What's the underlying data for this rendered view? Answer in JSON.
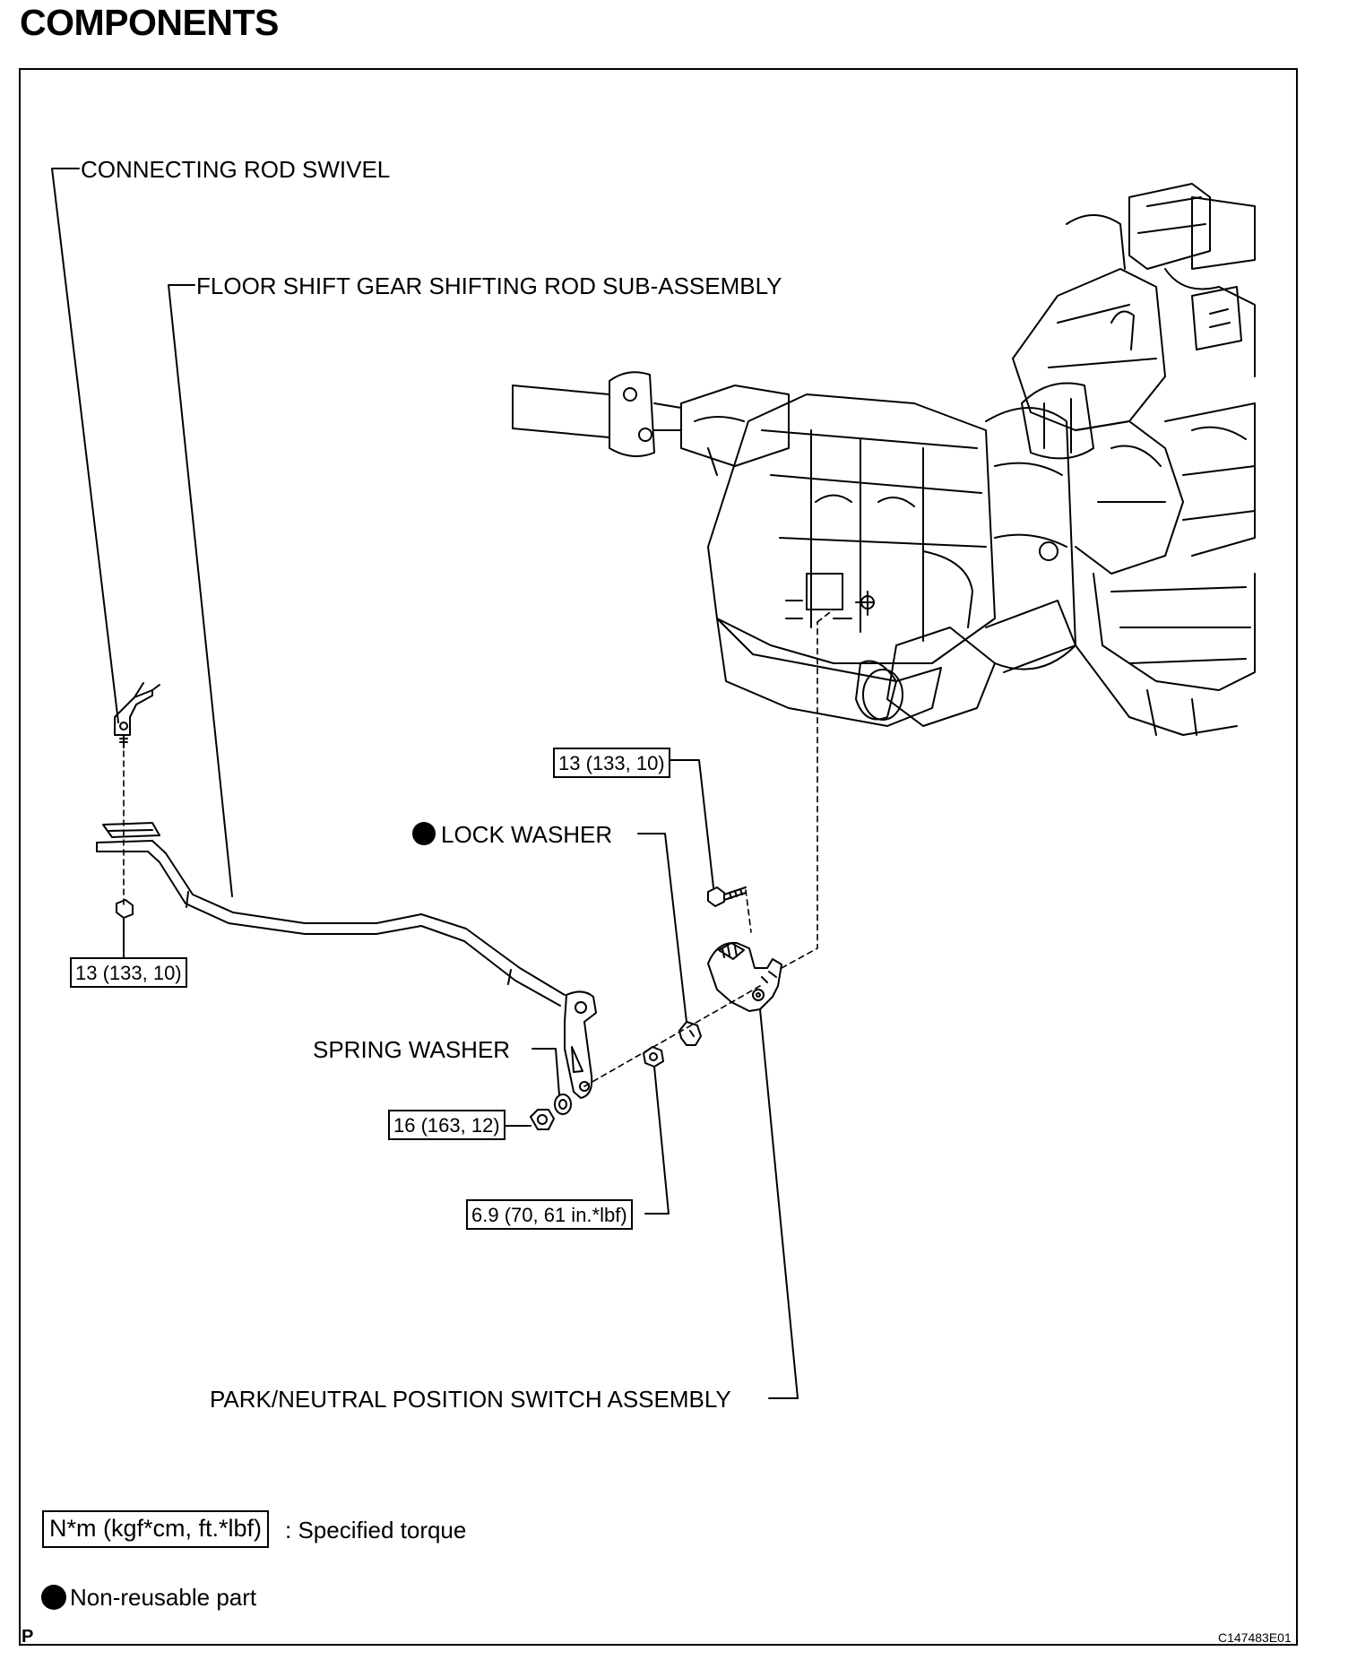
{
  "page_title": "COMPONENTS",
  "labels": {
    "connecting_rod_swivel": "CONNECTING ROD SWIVEL",
    "floor_shift_rod": "FLOOR SHIFT GEAR SHIFTING ROD SUB-ASSEMBLY",
    "lock_washer": "LOCK WASHER",
    "spring_washer": "SPRING WASHER",
    "pnp_switch": "PARK/NEUTRAL POSITION SWITCH ASSEMBLY"
  },
  "torques": {
    "swivel_nut": "13 (133, 10)",
    "switch_bolt": "13 (133, 10)",
    "lever_nut": "16 (163, 12)",
    "switch_nut": "6.9 (70, 61 in.*lbf)"
  },
  "legend": {
    "torque_box": "N*m (kgf*cm, ft.*lbf)",
    "torque_desc": ": Specified torque",
    "nonreusable_desc": "Non-reusable part"
  },
  "footer": {
    "section_mark": "P",
    "figure_id": "C147483E01"
  },
  "icons": [
    "non-reusable-part-icon"
  ]
}
